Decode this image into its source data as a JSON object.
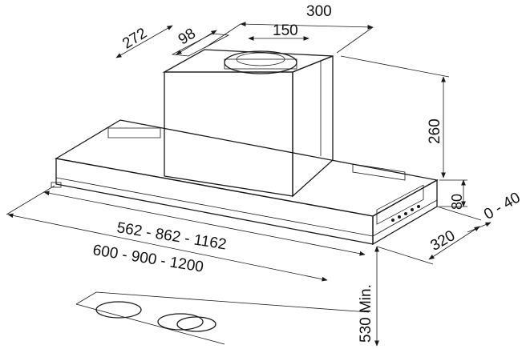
{
  "diagram": {
    "dimensions": {
      "depth_chimney": "272",
      "chimney_offset": "98",
      "chimney_width": "300",
      "duct_diameter": "150",
      "chimney_height": "260",
      "hood_height": "80",
      "adjust_range": "0 - 40",
      "hood_depth": "320",
      "inner_widths": "562 - 862 - 1162",
      "outer_widths": "600 - 900 - 1200",
      "min_height": "530 Min."
    }
  }
}
